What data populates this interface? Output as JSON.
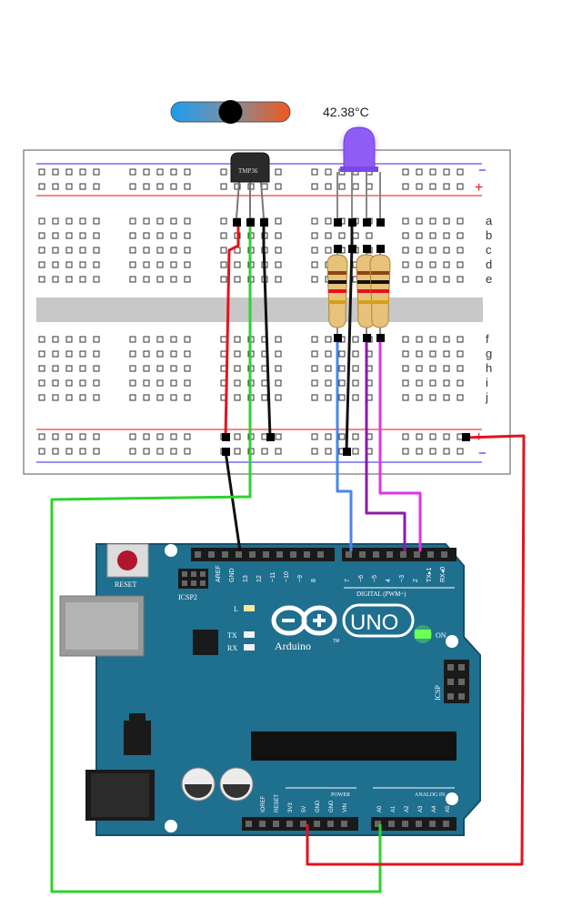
{
  "sensor": {
    "temperature_readout": "42.38°C",
    "chip_label": "TMP36",
    "slider_level": 0.5
  },
  "breadboard": {
    "rows_top": [
      "a",
      "b",
      "c",
      "d",
      "e"
    ],
    "rows_bottom": [
      "f",
      "g",
      "h",
      "i",
      "j"
    ],
    "rail_minus": "−",
    "rail_plus": "+"
  },
  "arduino": {
    "reset_label": "RESET",
    "icsp2_label": "ICSP2",
    "icsp_label": "ICSP",
    "brand": "Arduino",
    "model": "UNO",
    "tm": "TM",
    "on_label": "ON",
    "l_label": "L",
    "tx_label": "TX",
    "rx_label": "RX",
    "digital_label": "DIGITAL (PWM~)",
    "power_label": "POWER",
    "analog_label": "ANALOG IN",
    "digital_pins": [
      "AREF",
      "GND",
      "13",
      "12",
      "~11",
      "~10",
      "~9",
      "8",
      "7",
      "~6",
      "~5",
      "4",
      "~3",
      "2",
      "TX▸1",
      "RX◂0"
    ],
    "power_pins": [
      "IOREF",
      "RESET",
      "3V3",
      "5V",
      "GND",
      "GND",
      "VIN"
    ],
    "analog_pins": [
      "A0",
      "A1",
      "A2",
      "A3",
      "A4",
      "A5"
    ]
  },
  "colors": {
    "board": "#1f6f8f",
    "led": "#8f5cf5",
    "wire_red": "#e5121d",
    "wire_green": "#2fd22f",
    "wire_black": "#111111",
    "wire_blue": "#4a86e8",
    "wire_purple": "#8b1aa8",
    "wire_magenta": "#e134e6"
  }
}
